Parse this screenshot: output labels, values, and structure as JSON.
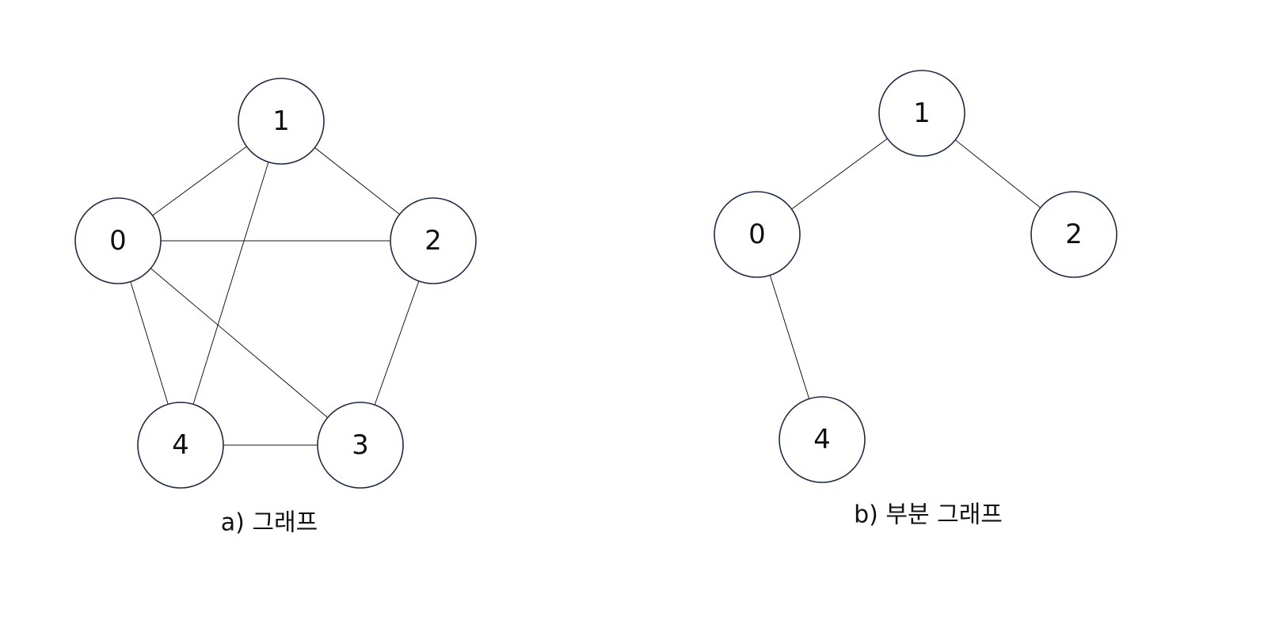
{
  "diagrams": [
    {
      "caption": "a) 그래프",
      "nodes": [
        {
          "id": "1",
          "label": "1"
        },
        {
          "id": "0",
          "label": "0"
        },
        {
          "id": "2",
          "label": "2"
        },
        {
          "id": "4",
          "label": "4"
        },
        {
          "id": "3",
          "label": "3"
        }
      ],
      "edges": [
        [
          "1",
          "0"
        ],
        [
          "1",
          "2"
        ],
        [
          "1",
          "4"
        ],
        [
          "0",
          "2"
        ],
        [
          "0",
          "4"
        ],
        [
          "0",
          "3"
        ],
        [
          "2",
          "3"
        ],
        [
          "4",
          "3"
        ]
      ]
    },
    {
      "caption": "b) 부분 그래프",
      "nodes": [
        {
          "id": "1",
          "label": "1"
        },
        {
          "id": "0",
          "label": "0"
        },
        {
          "id": "2",
          "label": "2"
        },
        {
          "id": "4",
          "label": "4"
        }
      ],
      "edges": [
        [
          "1",
          "0"
        ],
        [
          "1",
          "2"
        ],
        [
          "0",
          "4"
        ]
      ]
    }
  ],
  "colors": {
    "node_stroke": "#1f2a44",
    "edge": "#1a1a1a",
    "text": "#111111",
    "background": "#ffffff"
  }
}
